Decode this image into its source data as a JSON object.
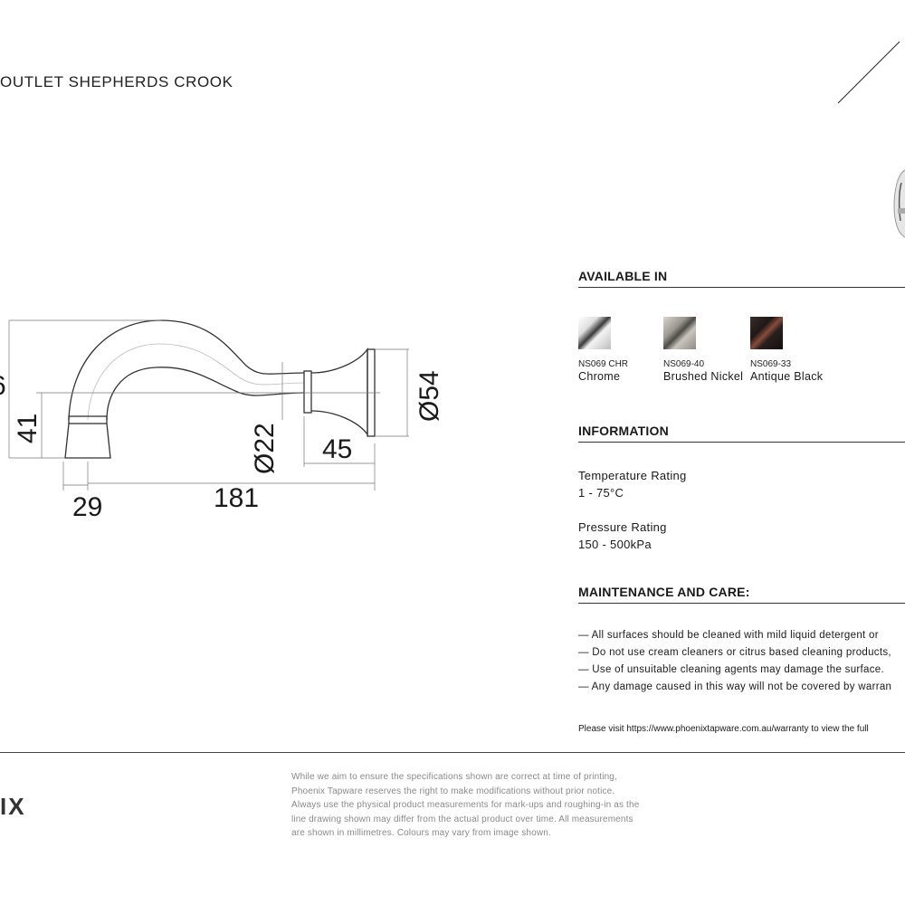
{
  "product": {
    "title": "OUTLET SHEPHERDS CROOK"
  },
  "drawing": {
    "dimensions": {
      "height_partial": "6",
      "height_41": "41",
      "width_29": "29",
      "width_181": "181",
      "diameter_22": "Ø22",
      "length_45": "45",
      "diameter_54": "Ø54"
    }
  },
  "available_in": {
    "heading": "AVAILABLE IN",
    "finishes": [
      {
        "code": "NS069 CHR",
        "name": "Chrome",
        "color": "#c8c8c8"
      },
      {
        "code": "NS069-40",
        "name": "Brushed Nickel",
        "color": "#a39f98"
      },
      {
        "code": "NS069-33",
        "name": "Antique Black",
        "color": "#2a2220"
      }
    ]
  },
  "information": {
    "heading": "INFORMATION",
    "items": [
      {
        "label": "Temperature Rating",
        "value": "1 - 75°C"
      },
      {
        "label": "Pressure Rating",
        "value": "150 - 500kPa"
      }
    ]
  },
  "maintenance": {
    "heading": "MAINTENANCE AND CARE:",
    "bullets": [
      "— All surfaces should be cleaned with mild liquid detergent or",
      "— Do not use cream cleaners or citrus based cleaning products,",
      "— Use of unsuitable cleaning agents may damage the surface.",
      "— Any damage caused in this way will not be covered by warran"
    ],
    "warranty_note": "Please visit https://www.phoenixtapware.com.au/warranty to view the full"
  },
  "footer": {
    "logo": "IX",
    "disclaimer": [
      "While we aim to ensure the specifications shown are correct at time of printing,",
      "Phoenix Tapware reserves the right to make modifications without prior notice.",
      "Always use the physical product measurements for mark-ups and roughing-in as the",
      "line drawing shown may differ from the actual product over time. All measurements",
      "are shown in millimetres. Colours may vary from image shown."
    ]
  }
}
